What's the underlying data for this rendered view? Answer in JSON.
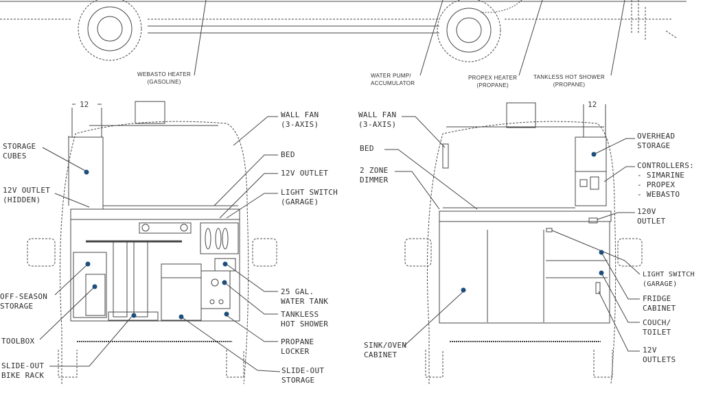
{
  "colors": {
    "line": "#444444",
    "dashed": "#666666",
    "dot": "#1d4e7a"
  },
  "top_labels": {
    "webasto": [
      "WEBASTO HEATER",
      "(GASOLINE)"
    ],
    "water_pump": [
      "WATER PUMP/",
      "ACCUMULATOR"
    ],
    "propex": [
      "PROPEX HEATER",
      "(PROPANE)"
    ],
    "tankless": [
      "TANKLESS HOT SHOWER",
      "(PROPANE)"
    ]
  },
  "left_view": {
    "dimension": "12",
    "labels": {
      "storage_cubes": [
        "STORAGE",
        "CUBES"
      ],
      "outlet_hidden": [
        "12V OUTLET",
        "(HIDDEN)"
      ],
      "off_season": [
        "OFF-SEASON",
        "STORAGE"
      ],
      "toolbox": [
        "TOOLBOX"
      ],
      "bike_rack": [
        "SLIDE-OUT",
        "BIKE RACK"
      ],
      "wall_fan": [
        "WALL FAN",
        "(3-AXIS)"
      ],
      "bed": [
        "BED"
      ],
      "outlet_12v": [
        "12V OUTLET"
      ],
      "light_switch": [
        "LIGHT SWITCH",
        "(GARAGE)"
      ],
      "water_tank": [
        "25 GAL.",
        "WATER TANK"
      ],
      "hot_shower": [
        "TANKLESS",
        "HOT SHOWER"
      ],
      "propane_locker": [
        "PROPANE",
        "LOCKER"
      ],
      "slide_storage": [
        "SLIDE-OUT",
        "STORAGE"
      ]
    }
  },
  "right_view": {
    "dimension": "12",
    "labels": {
      "wall_fan": [
        "WALL FAN",
        "(3-AXIS)"
      ],
      "bed": [
        "BED"
      ],
      "dimmer": [
        "2 ZONE",
        "DIMMER"
      ],
      "overhead": [
        "OVERHEAD",
        "STORAGE"
      ],
      "controllers": [
        "CONTROLLERS:",
        "- SIMARINE",
        "- PROPEX",
        "- WEBASTO"
      ],
      "outlet_120v": [
        "120V",
        "OUTLET"
      ],
      "light_switch": [
        "LIGHT SWITCH",
        "(GARAGE)"
      ],
      "fridge": [
        "FRIDGE",
        "CABINET"
      ],
      "couch": [
        "COUCH/",
        "TOILET"
      ],
      "outlets_12v": [
        "12V",
        "OUTLETS"
      ],
      "sink": [
        "SINK/OVEN",
        "CABINET"
      ]
    }
  }
}
